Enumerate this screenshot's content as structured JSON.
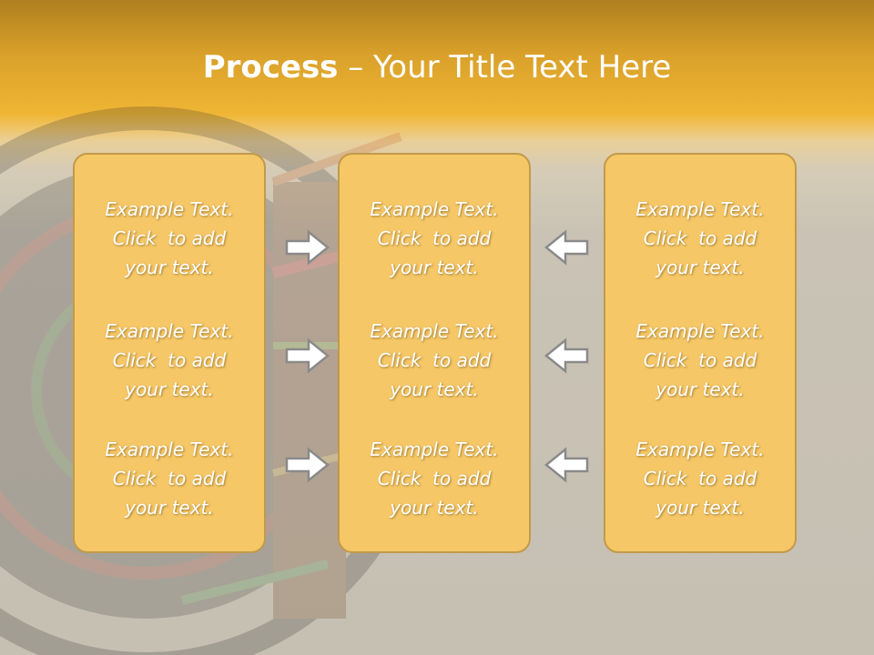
{
  "title": {
    "bold": "Process",
    "rest": " – Your Title Text Here"
  },
  "columns": [
    {
      "blocks": [
        {
          "line1": "Example Text.",
          "line2": "Click  to add",
          "line3": "your text."
        },
        {
          "line1": "Example Text.",
          "line2": "Click  to add",
          "line3": "your text."
        },
        {
          "line1": "Example Text.",
          "line2": "Click  to add",
          "line3": "your text."
        }
      ]
    },
    {
      "blocks": [
        {
          "line1": "Example Text.",
          "line2": "Click  to add",
          "line3": "your text."
        },
        {
          "line1": "Example Text.",
          "line2": "Click  to add",
          "line3": "your text."
        },
        {
          "line1": "Example Text.",
          "line2": "Click  to add",
          "line3": "your text."
        }
      ]
    },
    {
      "blocks": [
        {
          "line1": "Example Text.",
          "line2": "Click  to add",
          "line3": "your text."
        },
        {
          "line1": "Example Text.",
          "line2": "Click  to add",
          "line3": "your text."
        },
        {
          "line1": "Example Text.",
          "line2": "Click  to add",
          "line3": "your text."
        }
      ]
    }
  ],
  "arrows": {
    "left_column": "right-arrow-icon",
    "right_column": "left-arrow-icon"
  },
  "colors": {
    "box_fill": "#f5c766",
    "box_border": "#c29a4a",
    "header": "#efb534",
    "arrow_fill": "#ffffff",
    "arrow_stroke": "#8a8a8a"
  }
}
